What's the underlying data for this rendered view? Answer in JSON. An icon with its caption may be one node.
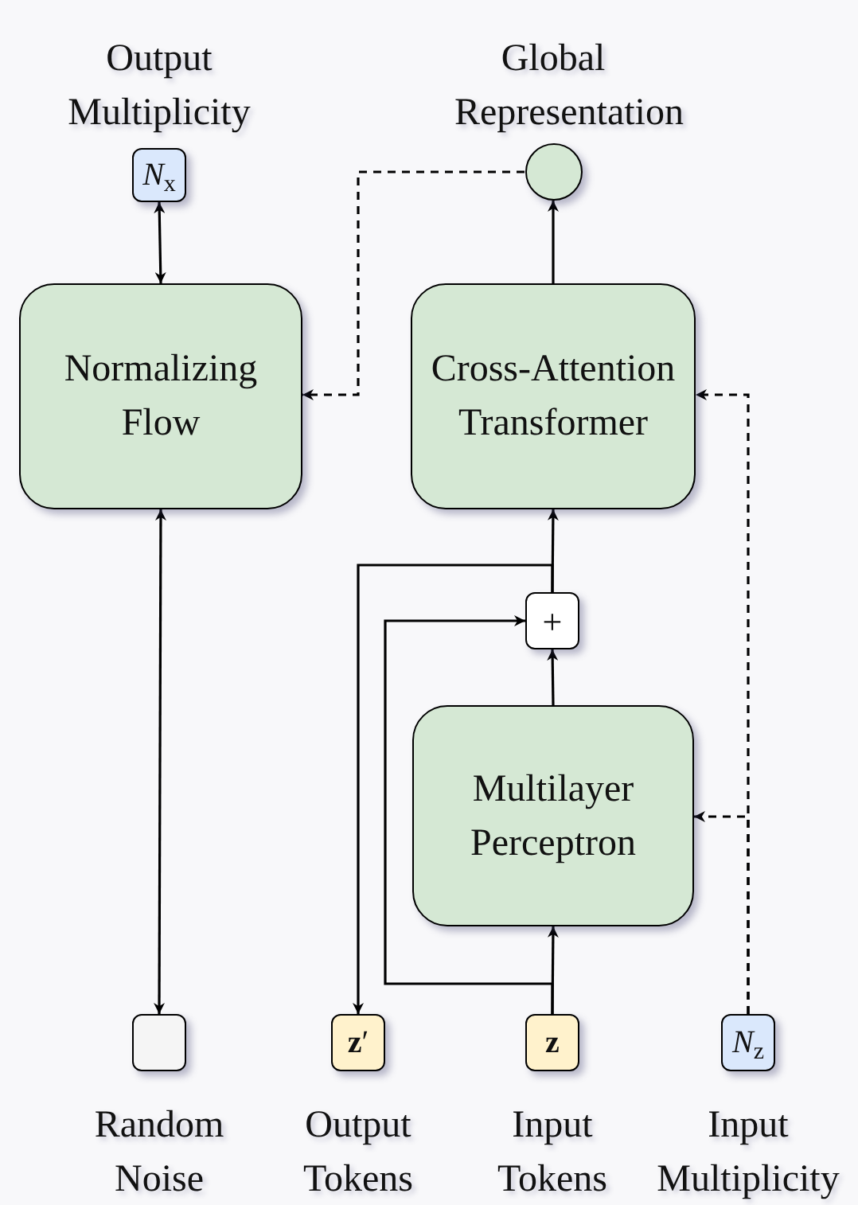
{
  "diagram": {
    "nodes": [
      {
        "text": [
          "*N*$_{x}$"
        ],
        "beside": [
          "Output Multiplicity"
        ]
      },
      {
        "text": [],
        "shape": "circle",
        "beside": [
          "Global Representation"
        ]
      },
      {
        "text": [
          "Normalizing Flow"
        ]
      },
      {
        "text": [
          "Cross-Attention Transformer"
        ]
      },
      {
        "text": [
          "+"
        ]
      },
      {
        "text": [
          "Multilayer Perceptron"
        ]
      },
      {
        "text": [],
        "shape": "box",
        "beside": [
          "Random Noise"
        ]
      },
      {
        "text": [
          "**z**′"
        ],
        "beside": [
          "Output Tokens"
        ]
      },
      {
        "text": [
          "**z**"
        ],
        "beside": [
          "Input Tokens"
        ]
      },
      {
        "text": [
          "*N*$_{z}$"
        ],
        "beside": [
          "Input Multiplicity"
        ]
      }
    ],
    "edges": [
      {
        "from": 2,
        "to": 0,
        "arrow": "both"
      },
      {
        "from": 3,
        "to": 1,
        "arrow": "to"
      },
      {
        "from": 1,
        "to": 2,
        "arrow": "to",
        "style": "dashed"
      },
      {
        "from": 9,
        "to": 3,
        "arrow": "to",
        "style": "dashed"
      },
      {
        "from": 9,
        "to": 5,
        "arrow": "to",
        "style": "dashed"
      },
      {
        "from": 2,
        "to": 6,
        "arrow": "both"
      },
      {
        "from": 8,
        "to": 5,
        "arrow": "to"
      },
      {
        "from": 8,
        "to": 4,
        "arrow": "to"
      },
      {
        "from": 5,
        "to": 4,
        "arrow": "to"
      },
      {
        "from": 4,
        "to": 3,
        "arrow": "to"
      },
      {
        "from": 4,
        "to": 7,
        "arrow": "to"
      }
    ]
  }
}
